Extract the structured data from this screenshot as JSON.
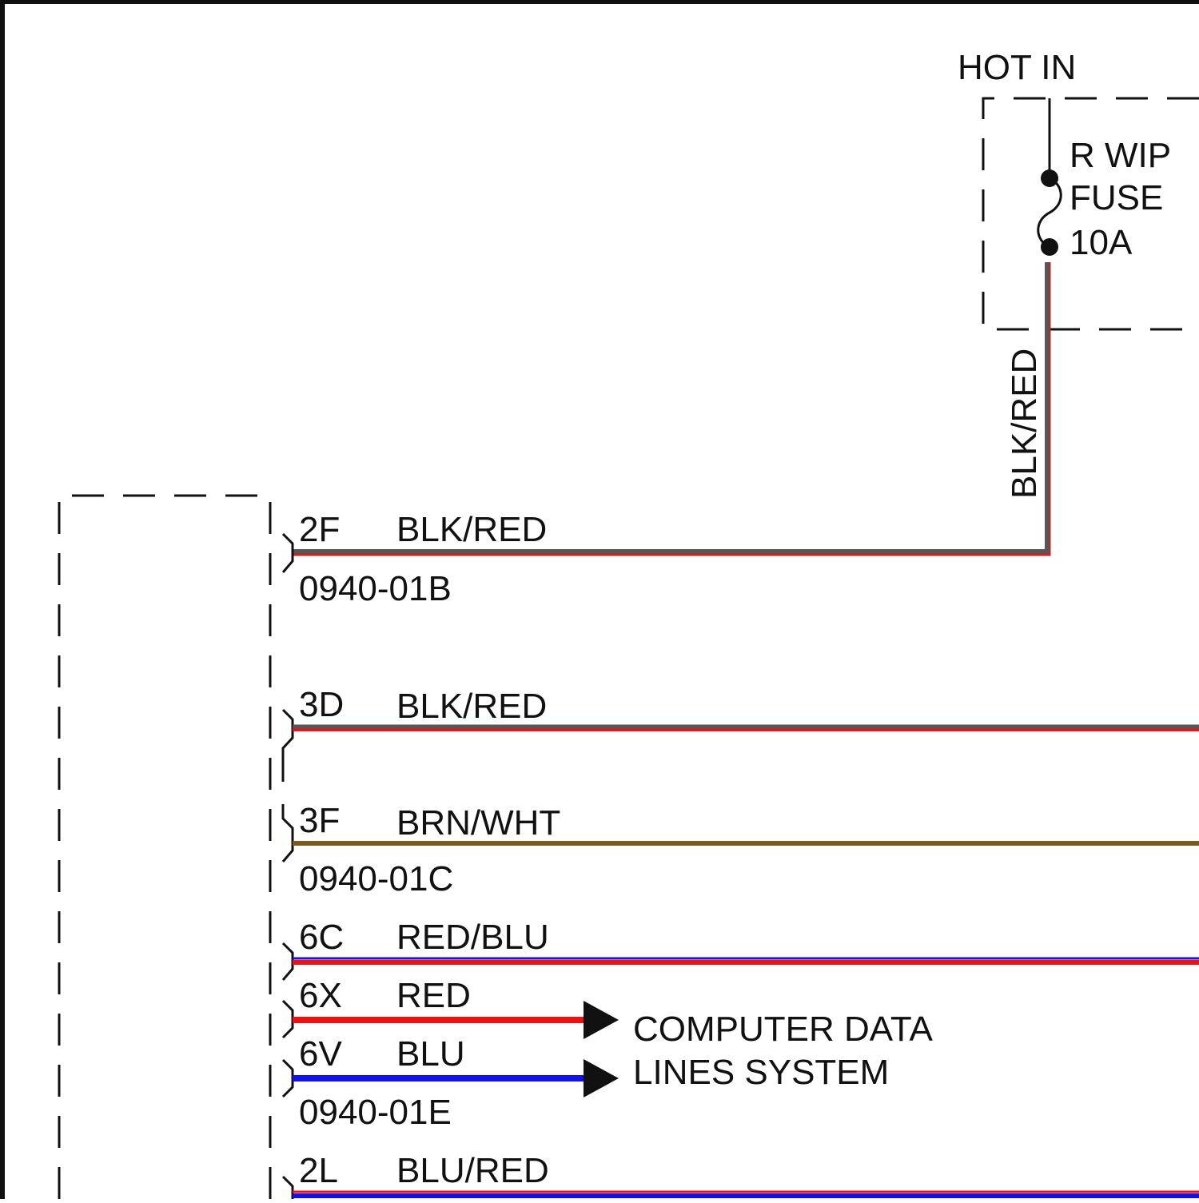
{
  "fuse_box": {
    "source_label": "HOT IN",
    "fuse_name_line1": "R WIP",
    "fuse_name_line2": "FUSE",
    "fuse_rating": "10A"
  },
  "vertical_wire": {
    "color_label": "BLK/RED"
  },
  "system_label": {
    "line1": "COMPUTER DATA",
    "line2": "LINES SYSTEM"
  },
  "circuits": [
    {
      "pin": "2F",
      "color_label": "BLK/RED",
      "connector": "0940-01B"
    },
    {
      "pin": "3D",
      "color_label": "BLK/RED",
      "connector": ""
    },
    {
      "pin": "3F",
      "color_label": "BRN/WHT",
      "connector": "0940-01C"
    },
    {
      "pin": "6C",
      "color_label": "RED/BLU",
      "connector": ""
    },
    {
      "pin": "6X",
      "color_label": "RED",
      "connector": ""
    },
    {
      "pin": "6V",
      "color_label": "BLU",
      "connector": "0940-01E"
    },
    {
      "pin": "2L",
      "color_label": "BLU/RED",
      "connector": ""
    }
  ],
  "colors": {
    "blk": "#555555",
    "red": "#ee1111",
    "blu": "#1111ee",
    "brn": "#7a5a1e",
    "line": "#111111"
  }
}
